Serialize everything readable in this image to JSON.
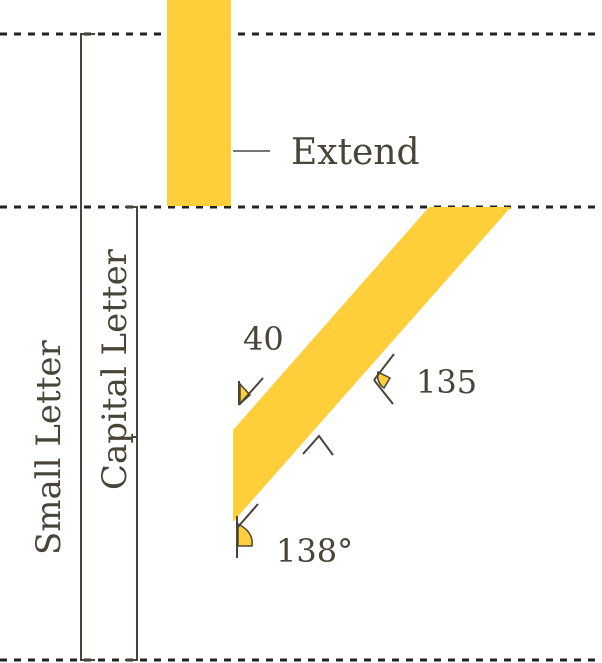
{
  "labels": {
    "extend": "Extend",
    "small_letter": "Small Letter",
    "capital_letter": "Capital Letter",
    "angle_top": "40",
    "angle_right": "135",
    "angle_bottom": "138°"
  },
  "colors": {
    "stroke_fill": "#ffcf3b",
    "line": "#4a4438",
    "dotted": "#222222",
    "leader": "#777777",
    "background": "#ffffff"
  }
}
